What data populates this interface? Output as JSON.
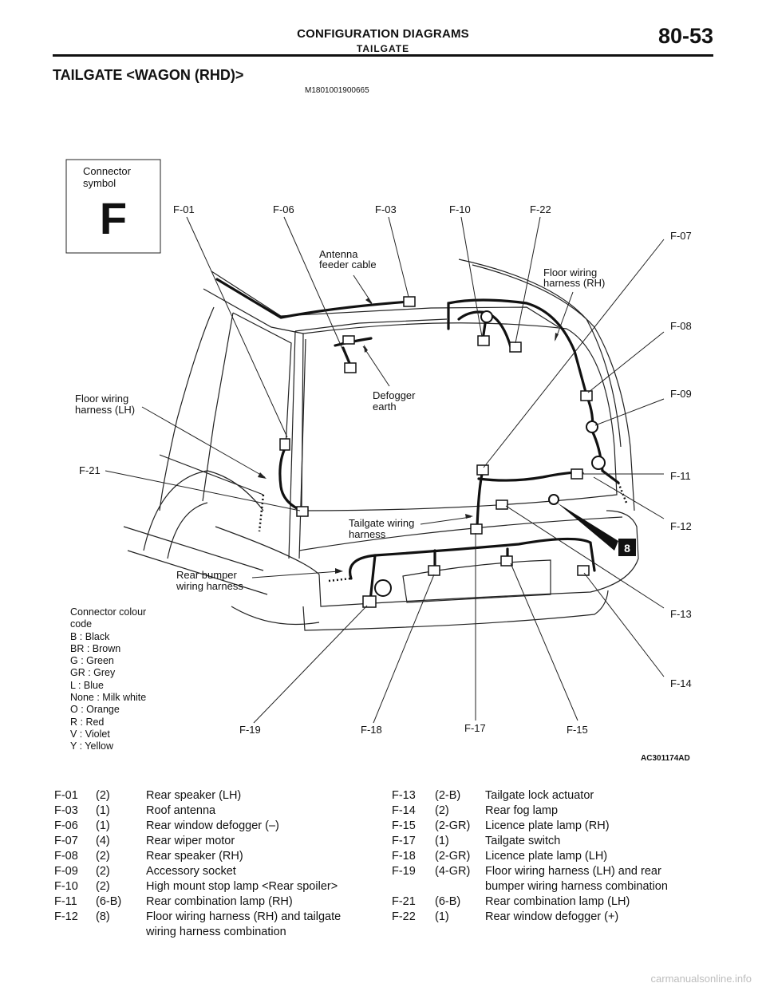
{
  "header": {
    "title": "CONFIGURATION DIAGRAMS",
    "subtitle": "TAILGATE",
    "page_number": "80-53"
  },
  "section_title": "TAILGATE <WAGON (RHD)>",
  "doc_id": "M1801001900665",
  "figure_id": "AC301174AD",
  "connector_symbol": {
    "label": "Connector\nsymbol",
    "letter": "F"
  },
  "callouts": {
    "F01": "F-01",
    "F06": "F-06",
    "F03": "F-03",
    "F10": "F-10",
    "F22": "F-22",
    "F07": "F-07",
    "F08": "F-08",
    "F09": "F-09",
    "F11": "F-11",
    "F12": "F-12",
    "F13": "F-13",
    "F14": "F-14",
    "F15": "F-15",
    "F17": "F-17",
    "F18": "F-18",
    "F19": "F-19",
    "F21": "F-21"
  },
  "harness_labels": {
    "antenna": [
      "Antenna",
      "feeder cable"
    ],
    "floor_rh": [
      "Floor wiring",
      "harness (RH)"
    ],
    "floor_lh": [
      "Floor wiring",
      "harness (LH)"
    ],
    "defogger": [
      "Defogger",
      "earth"
    ],
    "tailgate": [
      "Tailgate wiring",
      "harness"
    ],
    "rear_bumper": [
      "Rear bumper",
      "wiring harness"
    ],
    "marker": "8"
  },
  "colour_legend": [
    "Connector colour",
    "code",
    "B : Black",
    "BR : Brown",
    "G : Green",
    "GR : Grey",
    "L : Blue",
    "None : Milk white",
    "O : Orange",
    "R : Red",
    "V : Violet",
    "Y : Yellow"
  ],
  "connectors_left": [
    {
      "id": "F-01",
      "pins": "(2)",
      "desc": [
        "Rear speaker (LH)"
      ]
    },
    {
      "id": "F-03",
      "pins": "(1)",
      "desc": [
        "Roof antenna"
      ]
    },
    {
      "id": "F-06",
      "pins": "(1)",
      "desc": [
        "Rear window defogger (–)"
      ]
    },
    {
      "id": "F-07",
      "pins": "(4)",
      "desc": [
        "Rear wiper motor"
      ]
    },
    {
      "id": "F-08",
      "pins": "(2)",
      "desc": [
        "Rear speaker (RH)"
      ]
    },
    {
      "id": "F-09",
      "pins": "(2)",
      "desc": [
        "Accessory socket"
      ]
    },
    {
      "id": "F-10",
      "pins": "(2)",
      "desc": [
        "High mount stop lamp <Rear spoiler>"
      ]
    },
    {
      "id": "F-11",
      "pins": "(6-B)",
      "desc": [
        "Rear combination lamp (RH)"
      ]
    },
    {
      "id": "F-12",
      "pins": "(8)",
      "desc": [
        "Floor wiring harness (RH) and tailgate",
        "wiring harness combination"
      ]
    }
  ],
  "connectors_right": [
    {
      "id": "F-13",
      "pins": "(2-B)",
      "desc": [
        "Tailgate lock actuator"
      ]
    },
    {
      "id": "F-14",
      "pins": "(2)",
      "desc": [
        "Rear fog lamp"
      ]
    },
    {
      "id": "F-15",
      "pins": "(2-GR)",
      "desc": [
        "Licence plate lamp (RH)"
      ]
    },
    {
      "id": "F-17",
      "pins": "(1)",
      "desc": [
        "Tailgate switch"
      ]
    },
    {
      "id": "F-18",
      "pins": "(2-GR)",
      "desc": [
        "Licence plate lamp (LH)"
      ]
    },
    {
      "id": "F-19",
      "pins": "(4-GR)",
      "desc": [
        "Floor wiring harness (LH) and rear",
        "bumper wiring harness combination"
      ]
    },
    {
      "id": "F-21",
      "pins": "(6-B)",
      "desc": [
        "Rear combination lamp (LH)"
      ]
    },
    {
      "id": "F-22",
      "pins": "(1)",
      "desc": [
        "Rear window defogger (+)"
      ]
    }
  ],
  "watermark": "carmanualsonline.info"
}
